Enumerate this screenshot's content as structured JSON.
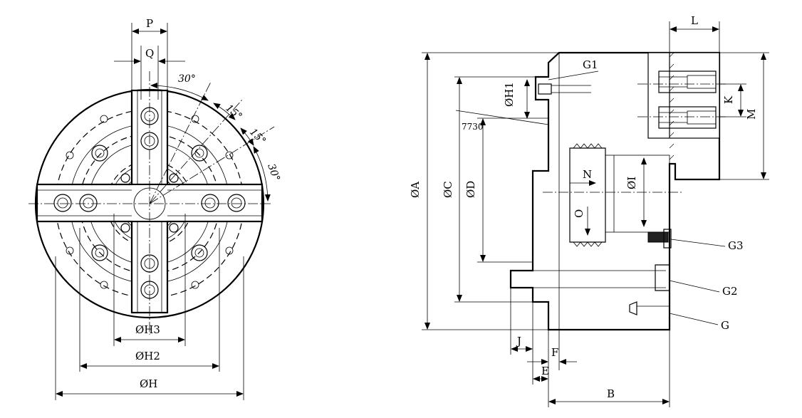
{
  "front_view": {
    "dims": {
      "p": "P",
      "q": "Q",
      "h3": "ØH3",
      "h2": "ØH2",
      "h": "ØH"
    },
    "angles": {
      "a1": "30°",
      "a2": "15°",
      "a3": "15°",
      "a4": "30°"
    }
  },
  "side_view": {
    "dims": {
      "l": "L",
      "k": "K",
      "m": "M",
      "a": "ØA",
      "c": "ØC",
      "d": "ØD",
      "h1": "ØH1",
      "i": "ØI",
      "n": "N",
      "o": "O",
      "b": "B",
      "e": "E",
      "f": "F",
      "j": "J",
      "code": "7730"
    },
    "callouts": {
      "g1": "G1",
      "g3": "G3",
      "g2": "G2",
      "g": "G"
    }
  }
}
